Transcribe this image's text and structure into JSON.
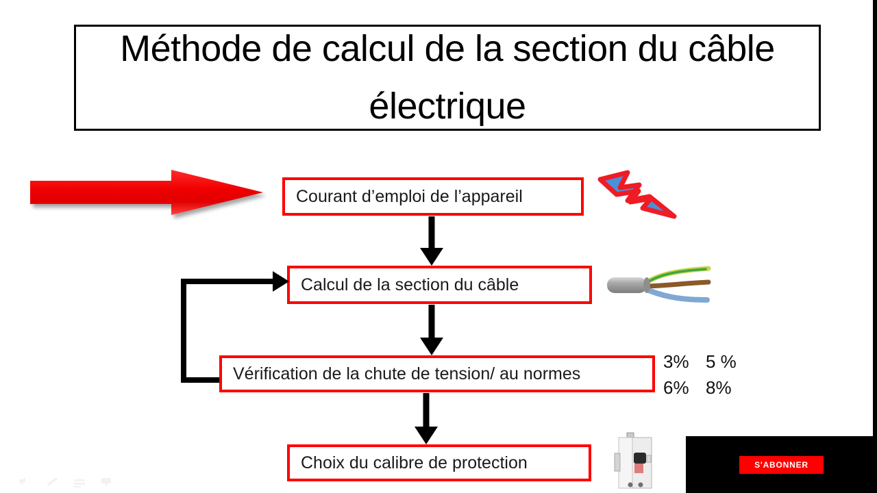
{
  "slide": {
    "title": "Méthode de calcul de la section du câble électrique",
    "background_color": "#ffffff",
    "box_border_color": "#ff0000",
    "title_border_color": "#000000",
    "connector_color": "#000000"
  },
  "flow": {
    "steps": [
      {
        "id": "step-1",
        "label": "Courant d’emploi de l’appareil"
      },
      {
        "id": "step-2",
        "label": "Calcul de la section du câble"
      },
      {
        "id": "step-3",
        "label": "Vérification de la chute de tension/ au normes"
      },
      {
        "id": "step-4",
        "label": "Choix du calibre de protection"
      }
    ]
  },
  "percentages": {
    "row1": [
      "3%",
      "5 %"
    ],
    "row2": [
      "6%",
      "8%"
    ]
  },
  "icons": {
    "red_arrow": "right-arrow-icon",
    "bolt": "lightning-bolt-icon",
    "cable": "electrical-cable-icon",
    "breaker": "circuit-breaker-icon"
  },
  "overlay": {
    "subscribe_label": "S'ABONNER",
    "subscribe_bg": "#000000",
    "subscribe_button_color": "#ff0000"
  },
  "player_toolbar": {
    "icons": [
      "undo-icon",
      "pen-icon",
      "menu-icon",
      "pointer-icon"
    ]
  }
}
